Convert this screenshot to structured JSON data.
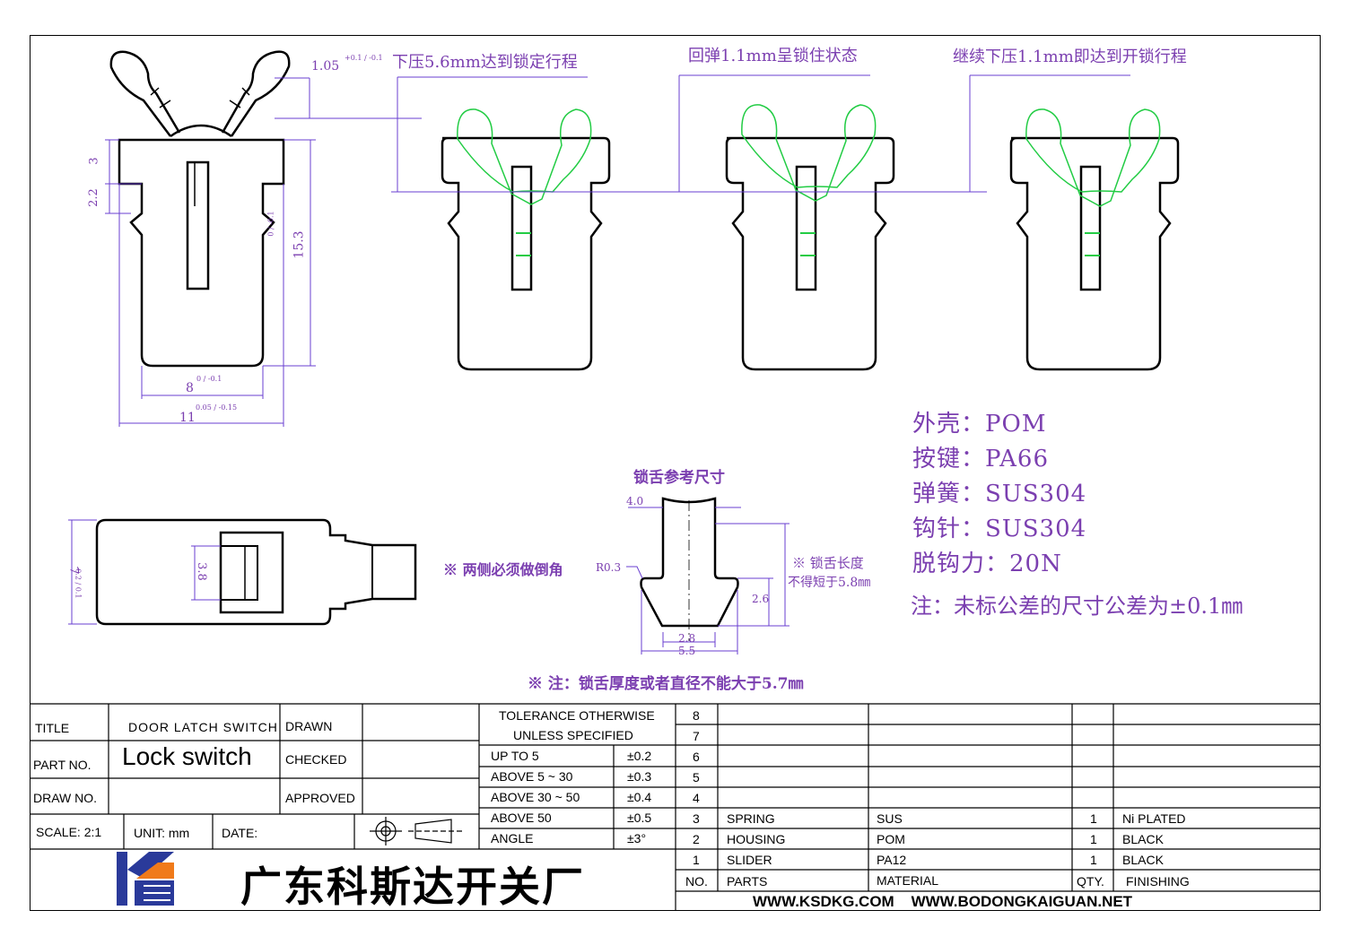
{
  "annotations": {
    "step1": "下压5.6mm达到锁定行程",
    "step2": "回弹1.1mm呈锁住状态",
    "step3": "继续下压1.1mm即达到开锁行程",
    "tongue_title": "锁舌参考尺寸",
    "chamfer_note": "※ 两侧必须做倒角",
    "radius": "R0.3",
    "tongue_length_1": "※ 锁舌长度",
    "tongue_length_2": "不得短于5.8㎜",
    "thickness_note": "※ 注：锁舌厚度或者直径不能大于5.7㎜"
  },
  "dimensions": {
    "d_105": "1.05",
    "d_105_tol": "+0.1 / -0.1",
    "d_3": "3",
    "d_22": "2.2",
    "d_153": "15.3",
    "d_153_tol": "0 / -0.1",
    "d_8": "8",
    "d_8_tol": "0 / -0.1",
    "d_11": "11",
    "d_11_tol": "0.05 / -0.15",
    "d_7": "7",
    "d_7_tol": "-0.2 / 0.1",
    "d_38": "3.8",
    "d_40": "4.0",
    "d_26": "2.6",
    "d_28": "2.8",
    "d_55": "5.5"
  },
  "materials": [
    {
      "label": "外壳：",
      "value": "POM"
    },
    {
      "label": "按键：",
      "value": "PA66"
    },
    {
      "label": "弹簧：",
      "value": "SUS304"
    },
    {
      "label": "钩针：",
      "value": "SUS304"
    },
    {
      "label": "脱钩力：",
      "value": "20N"
    }
  ],
  "tolerance_note": "注：未标公差的尺寸公差为±0.1㎜",
  "title_block": {
    "title_label": "TITLE",
    "title_value": "DOOR LATCH SWITCH",
    "part_label": "PART NO.",
    "part_value": "Lock switch",
    "draw_label": "DRAW NO.",
    "drawn": "DRAWN",
    "checked": "CHECKED",
    "approved": "APPROVED",
    "scale": "SCALE: 2:1",
    "unit": "UNIT: mm",
    "date": "DATE:",
    "tol_header_1": "TOLERANCE OTHERWISE",
    "tol_header_2": "UNLESS SPECIFIED",
    "tolerances": [
      {
        "range": "UP TO 5",
        "tol": "±0.2"
      },
      {
        "range": "ABOVE 5 ~ 30",
        "tol": "±0.3"
      },
      {
        "range": "ABOVE 30 ~ 50",
        "tol": "±0.4"
      },
      {
        "range": "ABOVE 50",
        "tol": "±0.5"
      },
      {
        "range": "ANGLE",
        "tol": "±3°"
      }
    ],
    "company": "广东科斯达开关厂",
    "websites": "WWW.KSDKG.COM    WWW.BODONGKAIGUAN.NET"
  },
  "bom": {
    "row_numbers": [
      "8",
      "7",
      "6",
      "5",
      "4"
    ],
    "rows": [
      {
        "no": "3",
        "part": "SPRING",
        "material": "SUS",
        "qty": "1",
        "finishing": "Ni PLATED"
      },
      {
        "no": "2",
        "part": "HOUSING",
        "material": "POM",
        "qty": "1",
        "finishing": "BLACK"
      },
      {
        "no": "1",
        "part": "SLIDER",
        "material": "PA12",
        "qty": "1",
        "finishing": "BLACK"
      }
    ],
    "header": {
      "no": "NO.",
      "part": "PARTS",
      "material": "MATERIAL",
      "qty": "QTY.",
      "finishing": "FINISHING"
    }
  },
  "colors": {
    "annotation": "#7b3fb0",
    "dimension": "#6a3fd0",
    "spring": "#22cc44",
    "logo_blue": "#2a3a9a",
    "logo_orange": "#f07a1a"
  }
}
